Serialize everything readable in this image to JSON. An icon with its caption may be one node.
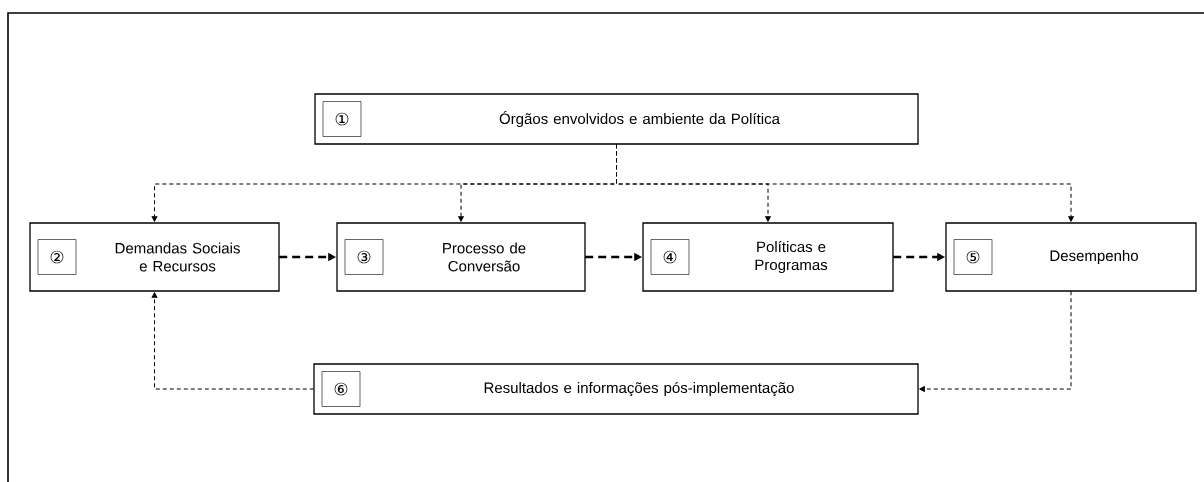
{
  "diagram": {
    "nodes": [
      {
        "text": [
          "Órgãos envolvidos e ambiente da Política"
        ]
      },
      {
        "text": [
          "①"
        ],
        "in": 0
      },
      {
        "text": [
          "Demandas Sociais e Recursos"
        ]
      },
      {
        "text": [
          "②"
        ],
        "in": 2
      },
      {
        "text": [
          "Processo de Conversão"
        ]
      },
      {
        "text": [
          "③"
        ],
        "in": 4
      },
      {
        "text": [
          "Políticas e Programas"
        ]
      },
      {
        "text": [
          "④"
        ],
        "in": 6
      },
      {
        "text": [
          "Desempenho"
        ]
      },
      {
        "text": [
          "⑤"
        ],
        "in": 8
      },
      {
        "text": [
          "Resultados e informações pós-implementação"
        ]
      },
      {
        "text": [
          "⑥"
        ],
        "in": 10
      }
    ],
    "edges": [
      {
        "from": 0,
        "to": 2,
        "arrow": "to",
        "style": "dashed"
      },
      {
        "from": 0,
        "to": 4,
        "arrow": "to",
        "style": "dashed"
      },
      {
        "from": 0,
        "to": 6,
        "arrow": "to",
        "style": "dashed"
      },
      {
        "from": 0,
        "to": 8,
        "arrow": "to",
        "style": "dashed"
      },
      {
        "from": 2,
        "to": 4,
        "arrow": "to",
        "style": "dashed"
      },
      {
        "from": 4,
        "to": 6,
        "arrow": "to",
        "style": "dashed"
      },
      {
        "from": 6,
        "to": 8,
        "arrow": "to",
        "style": "dashed"
      },
      {
        "from": 8,
        "to": 10,
        "arrow": "to",
        "style": "dashed"
      },
      {
        "from": 10,
        "to": 2,
        "arrow": "to",
        "style": "dashed"
      }
    ]
  }
}
